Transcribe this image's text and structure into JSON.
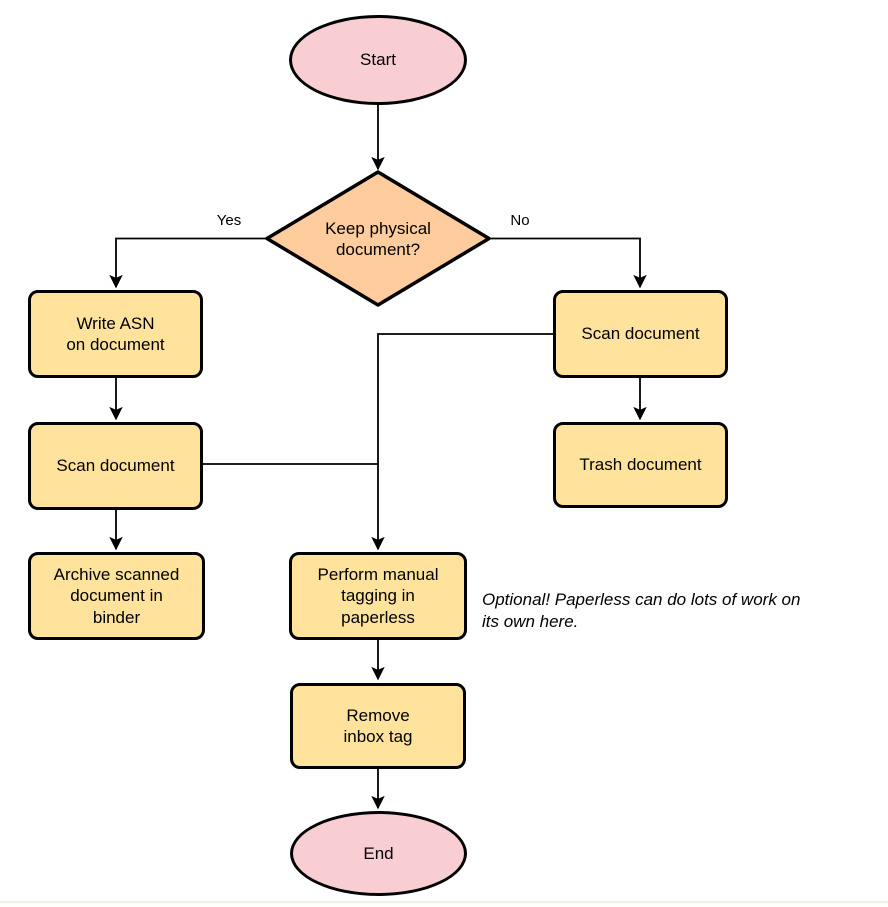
{
  "diagram": {
    "nodes": {
      "start": "Start",
      "decision": "Keep physical\ndocument?",
      "write_asn": "Write ASN\non document",
      "scan_left": "Scan document",
      "archive": "Archive scanned\ndocument in\nbinder",
      "scan_right": "Scan document",
      "trash": "Trash document",
      "tagging": "Perform manual\ntagging in\npaperless",
      "remove_inbox": "Remove\ninbox tag",
      "end": "End"
    },
    "edge_labels": {
      "yes": "Yes",
      "no": "No"
    },
    "annotation": "Optional! Paperless can do lots of work on\nits own here.",
    "colors": {
      "terminal_fill": "#f8ced3",
      "process_fill": "#ffe39c",
      "decision_fill": "#ffcc9e",
      "stroke": "#000000",
      "background": "#ffffff"
    }
  }
}
